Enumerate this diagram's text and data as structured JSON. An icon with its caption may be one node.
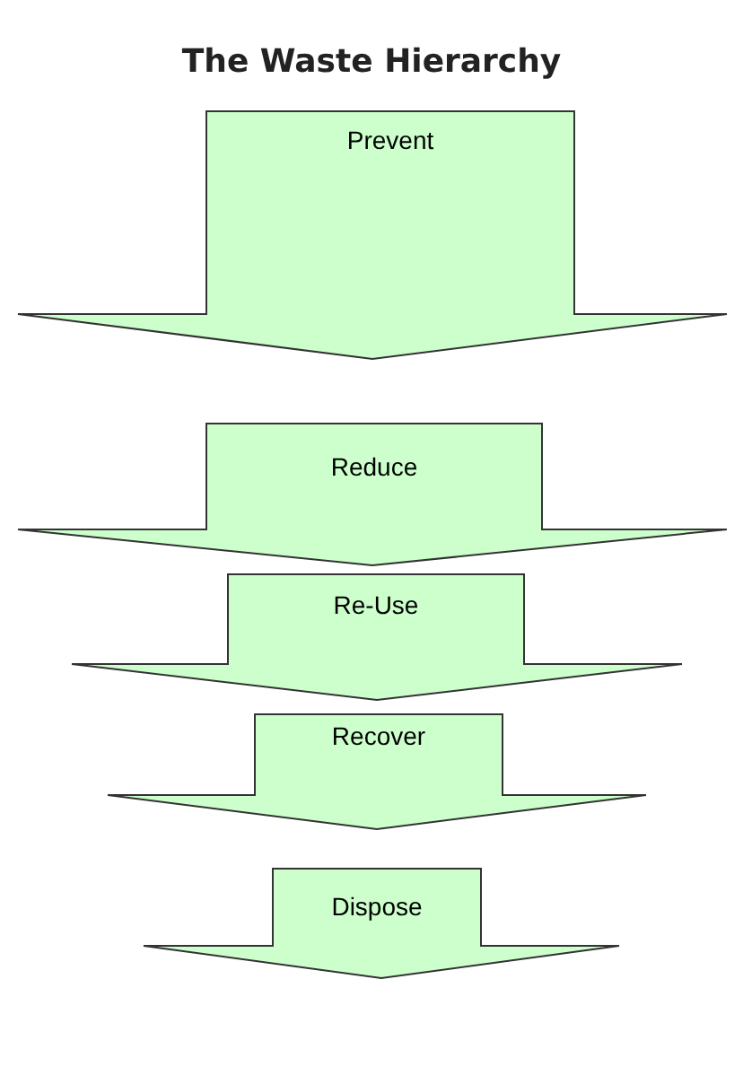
{
  "diagram": {
    "title": "The Waste Hierarchy",
    "nodes": [
      {
        "text": [
          "Prevent"
        ]
      },
      {
        "text": [
          "Reduce"
        ]
      },
      {
        "text": [
          "Re-Use"
        ]
      },
      {
        "text": [
          "Recover"
        ]
      },
      {
        "text": [
          "Dispose"
        ]
      }
    ]
  }
}
